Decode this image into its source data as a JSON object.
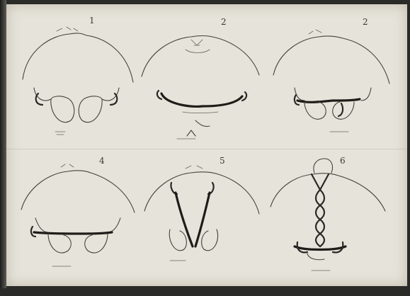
{
  "figures": [
    {
      "number": "1",
      "caption": ""
    },
    {
      "number": "2",
      "caption": ""
    },
    {
      "number": "2",
      "caption": ""
    },
    {
      "number": "4",
      "caption": ""
    },
    {
      "number": "5",
      "caption": ""
    },
    {
      "number": "6",
      "caption": ""
    }
  ]
}
